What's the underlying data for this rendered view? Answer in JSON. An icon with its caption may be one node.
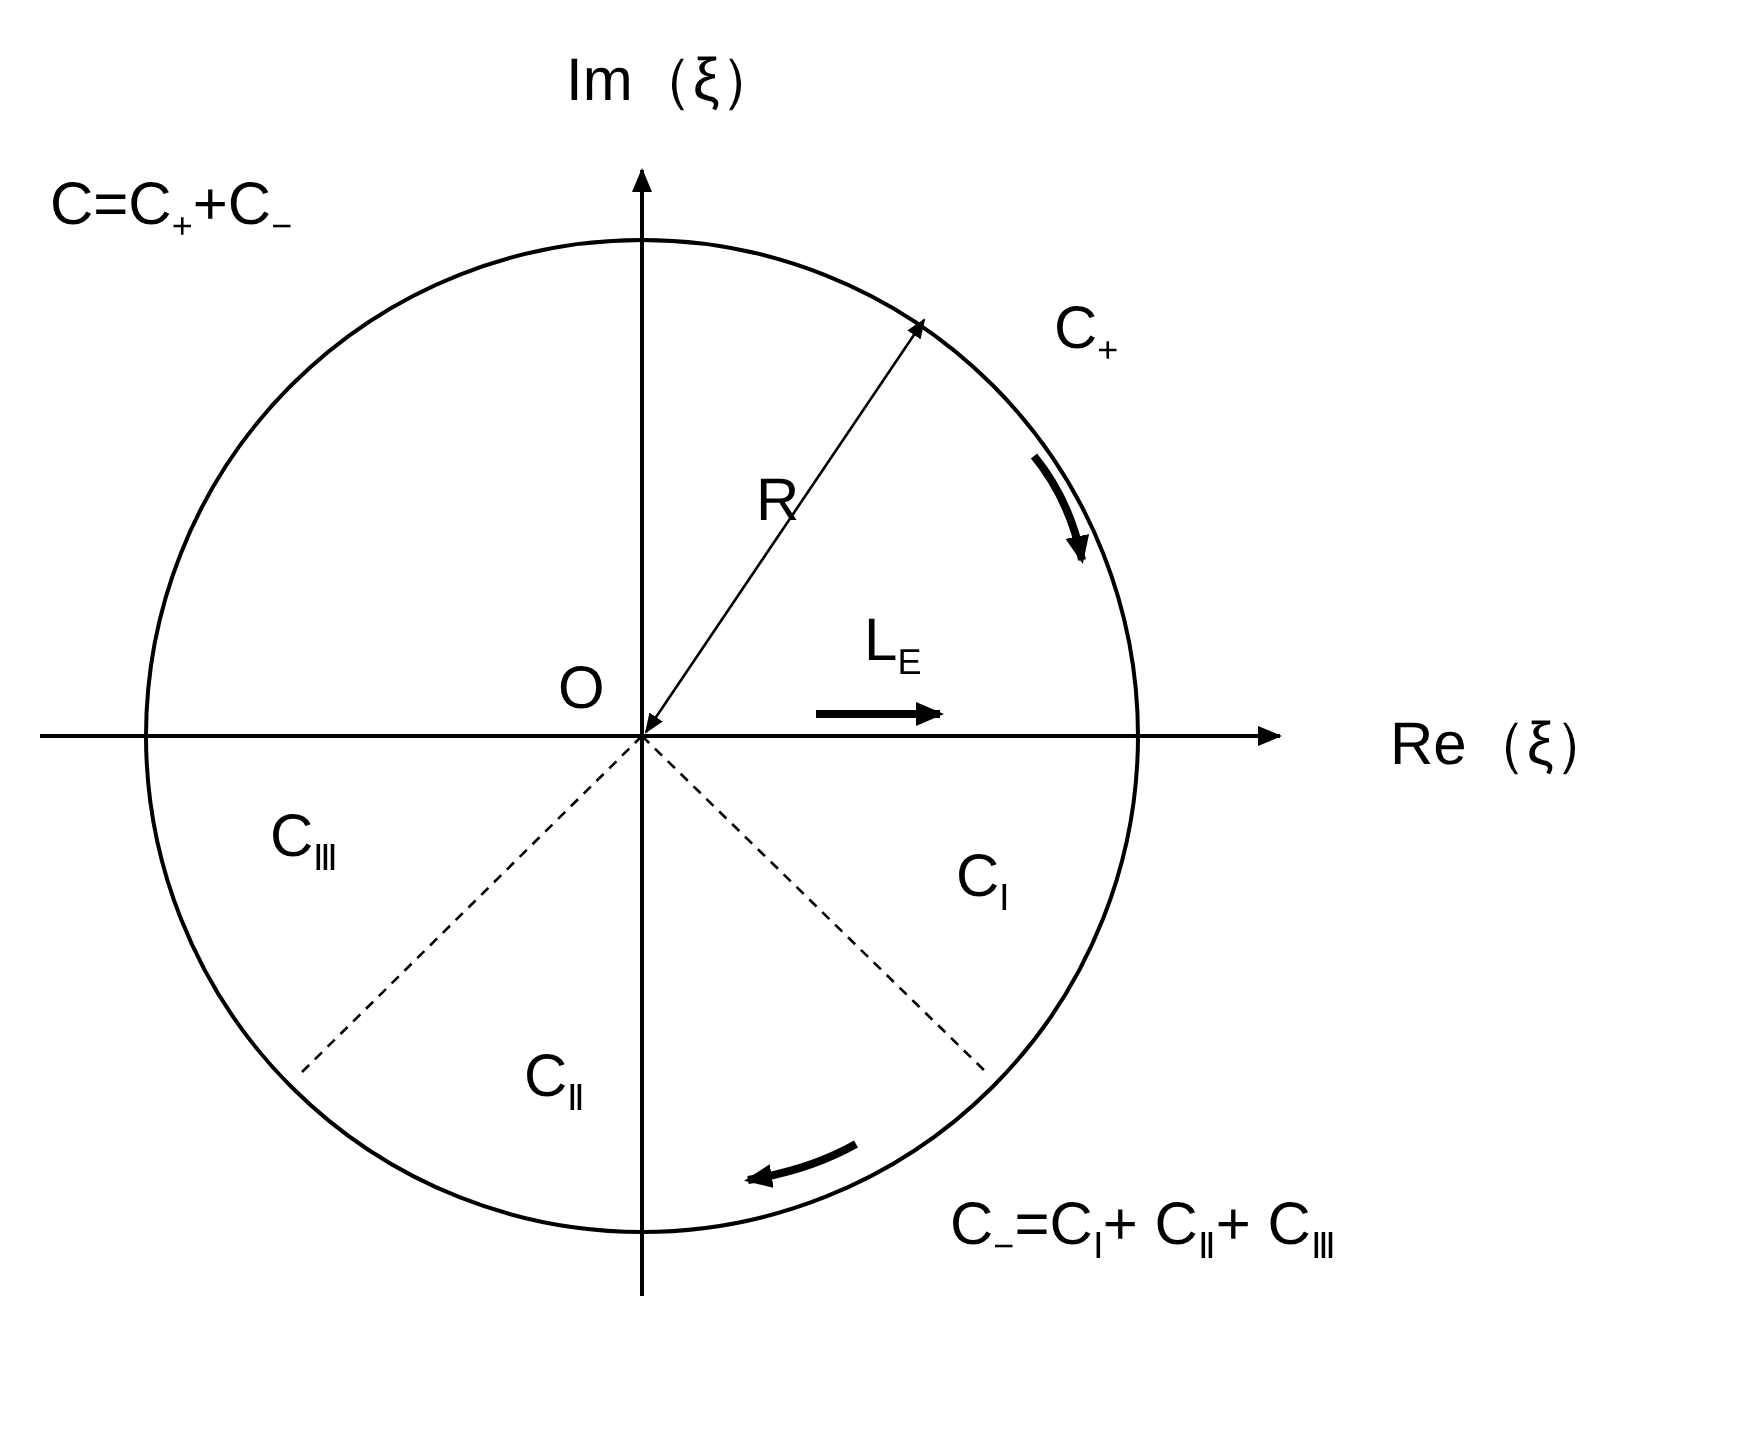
{
  "diagram": {
    "labels": [
      "Im（ξ）",
      "C=C$_{+}$+C$_{−}$",
      "C$_{+}$",
      "R",
      "O",
      "L$_{E}$",
      "Re（ξ）",
      "C$_{Ⅲ}$",
      "C$_{Ⅰ}$",
      "C$_{Ⅱ}$",
      "C$_{−}$=C$_{Ⅰ}$+ C$_{Ⅱ}$+ C$_{Ⅲ}$"
    ]
  }
}
